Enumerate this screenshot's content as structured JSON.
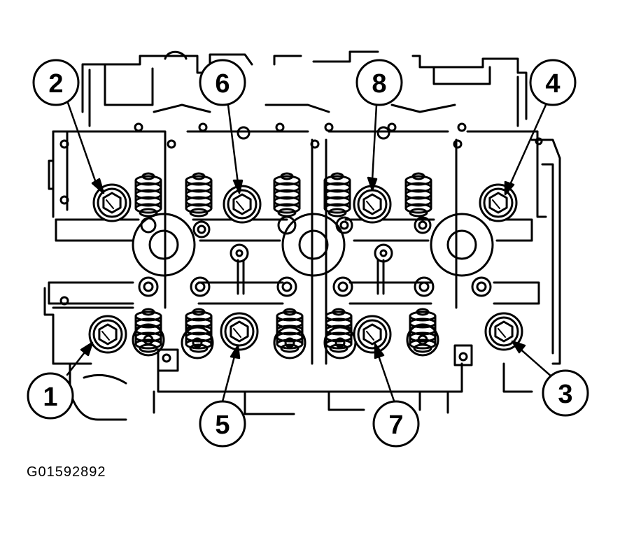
{
  "figure": {
    "code": "G01592892",
    "colors": {
      "ink": "#000000",
      "paper": "#ffffff"
    }
  },
  "callouts": [
    {
      "number": "1",
      "target": "bolt-1"
    },
    {
      "number": "2",
      "target": "bolt-2"
    },
    {
      "number": "3",
      "target": "bolt-3"
    },
    {
      "number": "4",
      "target": "bolt-4"
    },
    {
      "number": "5",
      "target": "bolt-5"
    },
    {
      "number": "6",
      "target": "bolt-6"
    },
    {
      "number": "7",
      "target": "bolt-7"
    },
    {
      "number": "8",
      "target": "bolt-8"
    }
  ]
}
